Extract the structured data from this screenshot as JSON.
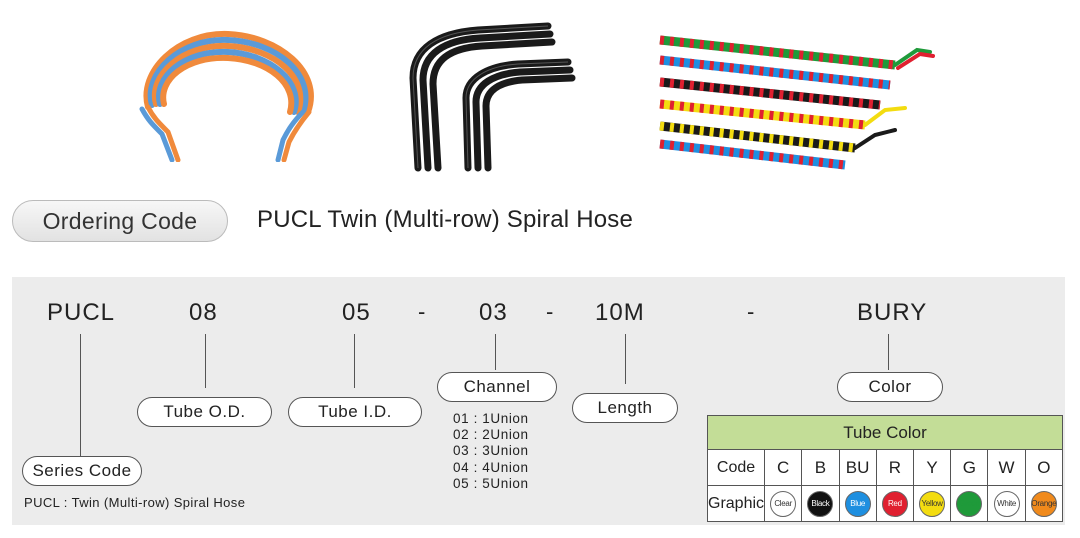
{
  "ordering_label": "Ordering Code",
  "main_title": "PUCL Twin (Multi-row) Spiral Hose",
  "code_parts": [
    "PUCL",
    "08",
    "05",
    "03",
    "10M",
    "BURY"
  ],
  "dash": "-",
  "labels": {
    "series": "Series Code",
    "tube_od": "Tube  O.D.",
    "tube_id": "Tube  I.D.",
    "channel": "Channel",
    "length": "Length",
    "color": "Color"
  },
  "series_desc": "PUCL : Twin (Multi-row) Spiral Hose",
  "channel_options": [
    "01 : 1Union",
    "02 : 2Union",
    "03 : 3Union",
    "04 : 4Union",
    "05 : 5Union"
  ],
  "tube_color": {
    "title": "Tube Color",
    "code_label": "Code",
    "graphic_label": "Graphic",
    "items": [
      {
        "code": "C",
        "name": "Clear",
        "color": "#ffffff"
      },
      {
        "code": "B",
        "name": "Black",
        "color": "#111111"
      },
      {
        "code": "BU",
        "name": "Blue",
        "color": "#1e8fe0"
      },
      {
        "code": "R",
        "name": "Red",
        "color": "#e02030"
      },
      {
        "code": "Y",
        "name": "Yellow",
        "color": "#f3dc10"
      },
      {
        "code": "G",
        "name": "Green",
        "color": "#1f9a3a"
      },
      {
        "code": "W",
        "name": "White",
        "color": "#ffffff"
      },
      {
        "code": "O",
        "name": "Orange",
        "color": "#f08a1c"
      }
    ]
  }
}
